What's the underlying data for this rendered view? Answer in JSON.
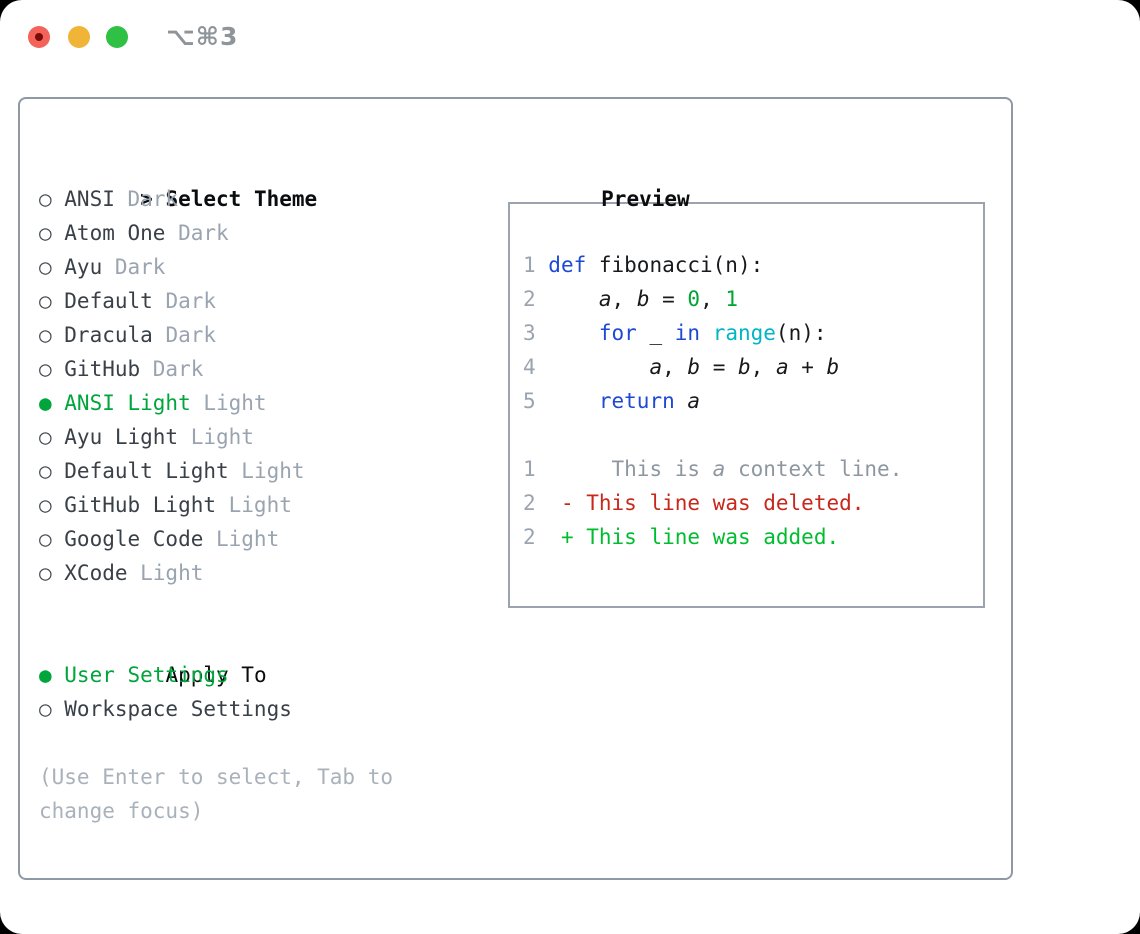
{
  "window": {
    "title": "⌥⌘3"
  },
  "colors": {
    "accent_green": "#00a53c",
    "keyword_blue": "#1e49d3",
    "function_cyan": "#00b5c8",
    "number_green": "#00a532",
    "added_green": "#00bd2f",
    "deleted_red": "#c8271b",
    "muted_gray": "#9aa4b0",
    "context_gray": "#8e97a1",
    "hint_gray": "#a9b1bb",
    "text_dark": "#3a4048",
    "radio_gray": "#464c55",
    "header_black": "#0a0c0e",
    "code_black": "#17191c",
    "panel_border": "#8f99a5",
    "preview_border": "#9aa3ae",
    "titlebar_gray": "#8e9499",
    "light_red": "#f4635a",
    "light_red_dot": "#750d08",
    "light_yellow": "#f0b437",
    "light_green": "#2fc144"
  },
  "select_theme": {
    "header": "Select Theme",
    "items": [
      {
        "name": "ANSI",
        "variant": "Dark",
        "selected": false
      },
      {
        "name": "Atom One",
        "variant": "Dark",
        "selected": false
      },
      {
        "name": "Ayu",
        "variant": "Dark",
        "selected": false
      },
      {
        "name": "Default",
        "variant": "Dark",
        "selected": false
      },
      {
        "name": "Dracula",
        "variant": "Dark",
        "selected": false
      },
      {
        "name": "GitHub",
        "variant": "Dark",
        "selected": false
      },
      {
        "name": "ANSI Light",
        "variant": "Light",
        "selected": true
      },
      {
        "name": "Ayu Light",
        "variant": "Light",
        "selected": false
      },
      {
        "name": "Default Light",
        "variant": "Light",
        "selected": false
      },
      {
        "name": "GitHub Light",
        "variant": "Light",
        "selected": false
      },
      {
        "name": "Google Code",
        "variant": "Light",
        "selected": false
      },
      {
        "name": "XCode",
        "variant": "Light",
        "selected": false
      }
    ]
  },
  "apply_to": {
    "header": "Apply To",
    "options": [
      {
        "label": "User Settings",
        "selected": true
      },
      {
        "label": "Workspace Settings",
        "selected": false
      }
    ]
  },
  "hint_lines": [
    "(Use Enter to select, Tab to",
    "change focus)"
  ],
  "preview": {
    "header": "Preview",
    "lines": [
      [
        [
          "1 ",
          "ln"
        ],
        [
          "def",
          "kw"
        ],
        [
          " fibonacci(n):",
          "tx"
        ]
      ],
      [
        [
          "2 ",
          "ln"
        ],
        [
          "    ",
          "tx"
        ],
        [
          "a",
          "var"
        ],
        [
          ", ",
          "tx"
        ],
        [
          "b",
          "var"
        ],
        [
          " = ",
          "tx"
        ],
        [
          "0",
          "num"
        ],
        [
          ", ",
          "tx"
        ],
        [
          "1",
          "num"
        ]
      ],
      [
        [
          "3 ",
          "ln"
        ],
        [
          "    ",
          "tx"
        ],
        [
          "for",
          "kw"
        ],
        [
          " _ ",
          "tx"
        ],
        [
          "in",
          "kw"
        ],
        [
          " ",
          "tx"
        ],
        [
          "range",
          "fn"
        ],
        [
          "(n):",
          "tx"
        ]
      ],
      [
        [
          "4 ",
          "ln"
        ],
        [
          "        ",
          "tx"
        ],
        [
          "a",
          "var"
        ],
        [
          ", ",
          "tx"
        ],
        [
          "b",
          "var"
        ],
        [
          " = ",
          "tx"
        ],
        [
          "b",
          "var"
        ],
        [
          ", ",
          "tx"
        ],
        [
          "a",
          "var"
        ],
        [
          " + ",
          "tx"
        ],
        [
          "b",
          "var"
        ]
      ],
      [
        [
          "5 ",
          "ln"
        ],
        [
          "    ",
          "tx"
        ],
        [
          "return",
          "kw"
        ],
        [
          " ",
          "tx"
        ],
        [
          "a",
          "var"
        ]
      ],
      [],
      [
        [
          "1",
          "ln"
        ],
        [
          "      ",
          "tx"
        ],
        [
          "This is ",
          "ctx"
        ],
        [
          "a",
          "ctxi"
        ],
        [
          " context line.",
          "ctx"
        ]
      ],
      [
        [
          "2",
          "ln"
        ],
        [
          "  ",
          "tx"
        ],
        [
          "- This line was deleted.",
          "del"
        ]
      ],
      [
        [
          "2",
          "ln"
        ],
        [
          "  ",
          "tx"
        ],
        [
          "+ This line was added.",
          "add"
        ]
      ]
    ]
  }
}
